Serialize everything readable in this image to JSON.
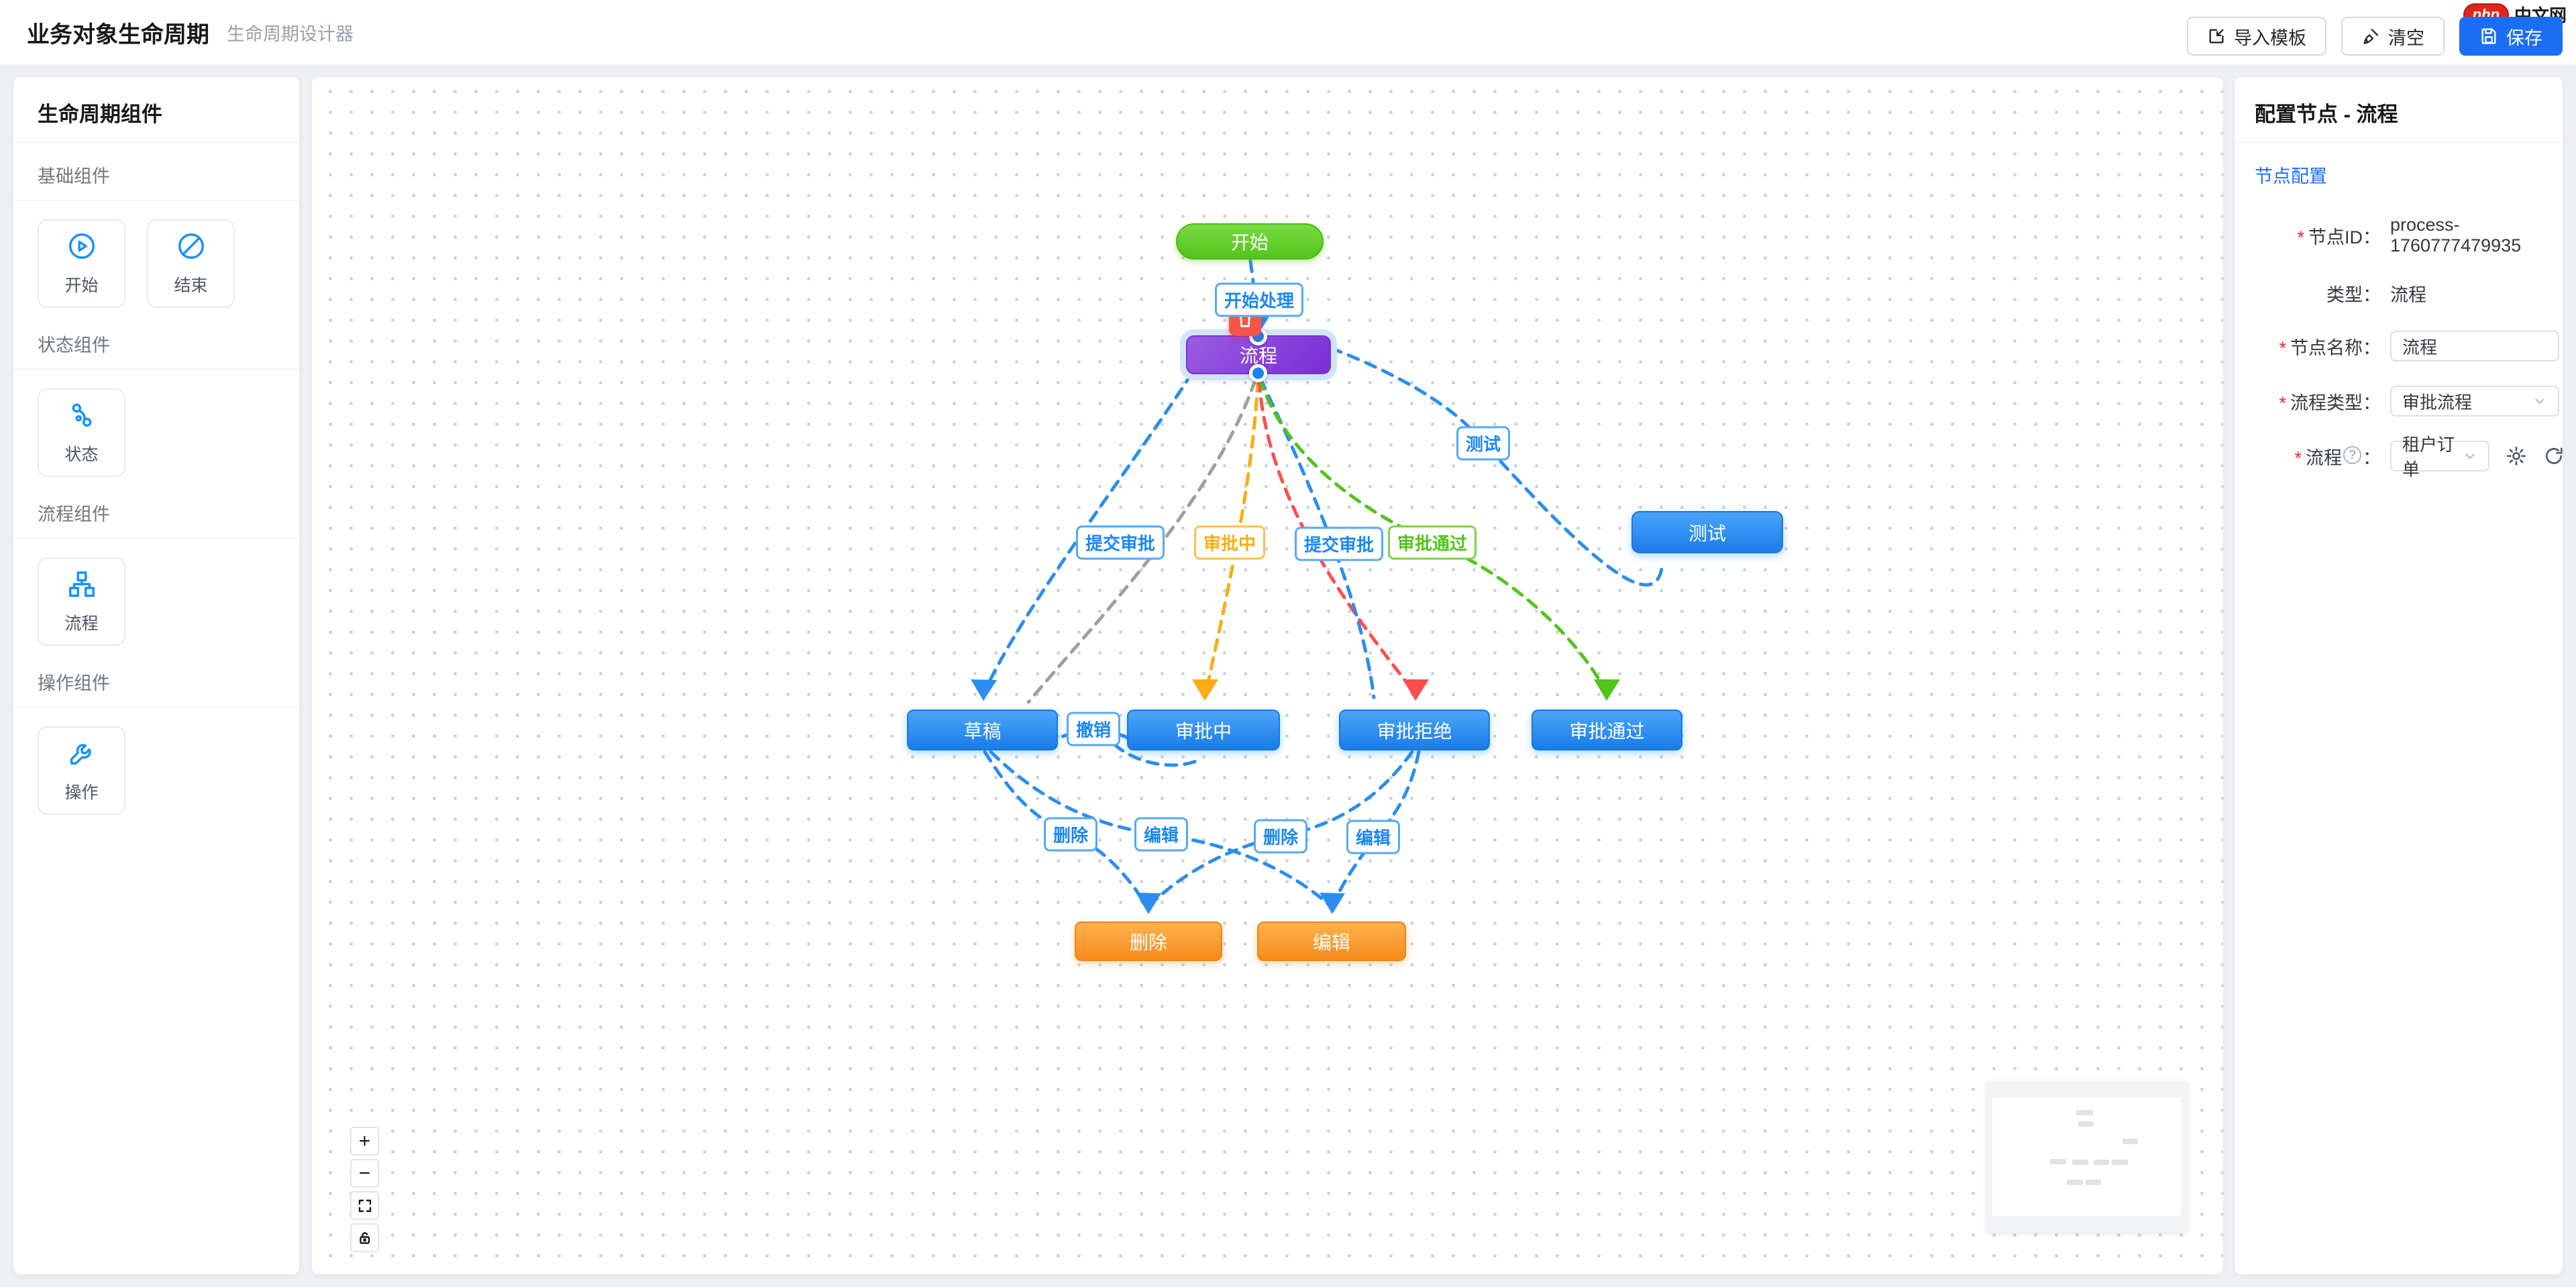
{
  "header": {
    "title": "业务对象生命周期",
    "subtitle": "生命周期设计器",
    "buttons": {
      "import": "导入模板",
      "clear": "清空",
      "save": "保存"
    },
    "logo": {
      "badge": "php",
      "text": "中文网"
    }
  },
  "sidebar": {
    "title": "生命周期组件",
    "sections": [
      {
        "label": "基础组件",
        "items": [
          {
            "label": "开始",
            "icon": "play-circle-icon"
          },
          {
            "label": "结束",
            "icon": "stop-circle-icon"
          }
        ]
      },
      {
        "label": "状态组件",
        "items": [
          {
            "label": "状态",
            "icon": "state-branch-icon"
          }
        ]
      },
      {
        "label": "流程组件",
        "items": [
          {
            "label": "流程",
            "icon": "sitemap-icon"
          }
        ]
      },
      {
        "label": "操作组件",
        "items": [
          {
            "label": "操作",
            "icon": "wrench-icon"
          }
        ]
      }
    ]
  },
  "canvas": {
    "nodes": [
      {
        "id": "start",
        "label": "开始",
        "kind": "start"
      },
      {
        "id": "process",
        "label": "流程",
        "kind": "process",
        "selected": true
      },
      {
        "id": "test",
        "label": "测试",
        "kind": "state"
      },
      {
        "id": "draft",
        "label": "草稿",
        "kind": "state"
      },
      {
        "id": "approving",
        "label": "审批中",
        "kind": "state"
      },
      {
        "id": "rejected",
        "label": "审批拒绝",
        "kind": "state"
      },
      {
        "id": "approved",
        "label": "审批通过",
        "kind": "state"
      },
      {
        "id": "delete",
        "label": "删除",
        "kind": "action"
      },
      {
        "id": "edit",
        "label": "编辑",
        "kind": "action"
      }
    ],
    "edge_labels": [
      {
        "text": "开始处理",
        "color": "blue"
      },
      {
        "text": "提交审批",
        "color": "blue"
      },
      {
        "text": "审批中",
        "color": "orange"
      },
      {
        "text": "提交审批",
        "color": "blue"
      },
      {
        "text": "审批通过",
        "color": "green"
      },
      {
        "text": "测试",
        "color": "blue"
      },
      {
        "text": "撤销",
        "color": "blue"
      },
      {
        "text": "删除",
        "color": "blue"
      },
      {
        "text": "编辑",
        "color": "blue"
      },
      {
        "text": "删除",
        "color": "blue"
      },
      {
        "text": "编辑",
        "color": "blue"
      }
    ],
    "controls": {
      "zoom_in": "+",
      "zoom_out": "−"
    }
  },
  "config_panel": {
    "title": "配置节点 - 流程",
    "tab": "节点配置",
    "required_marker": "*",
    "colon": "：",
    "help_marker": "?",
    "fields": {
      "node_id_label": "节点ID：",
      "node_id_value": "process-1760777479935",
      "type_label": "类型：",
      "type_value": "流程",
      "name_label": "节点名称：",
      "name_value": "流程",
      "flow_type_label": "流程类型：",
      "flow_type_value": "审批流程",
      "flow_label": "流程",
      "flow_value": "租户订单"
    }
  },
  "colors": {
    "accent_blue": "#1b6ef3",
    "edge_blue": "#2b8df0",
    "edge_orange": "#faad14",
    "edge_red": "#ff4d4f",
    "edge_green": "#52c41a",
    "edge_gray": "#9aa0a6",
    "node_start_green": "#52c41a",
    "node_process_purple": "#722ed1",
    "node_state_blue": "#1890ff",
    "node_action_orange": "#fa8c16",
    "danger_red": "#f5554a",
    "logo_red": "#e0261c"
  }
}
